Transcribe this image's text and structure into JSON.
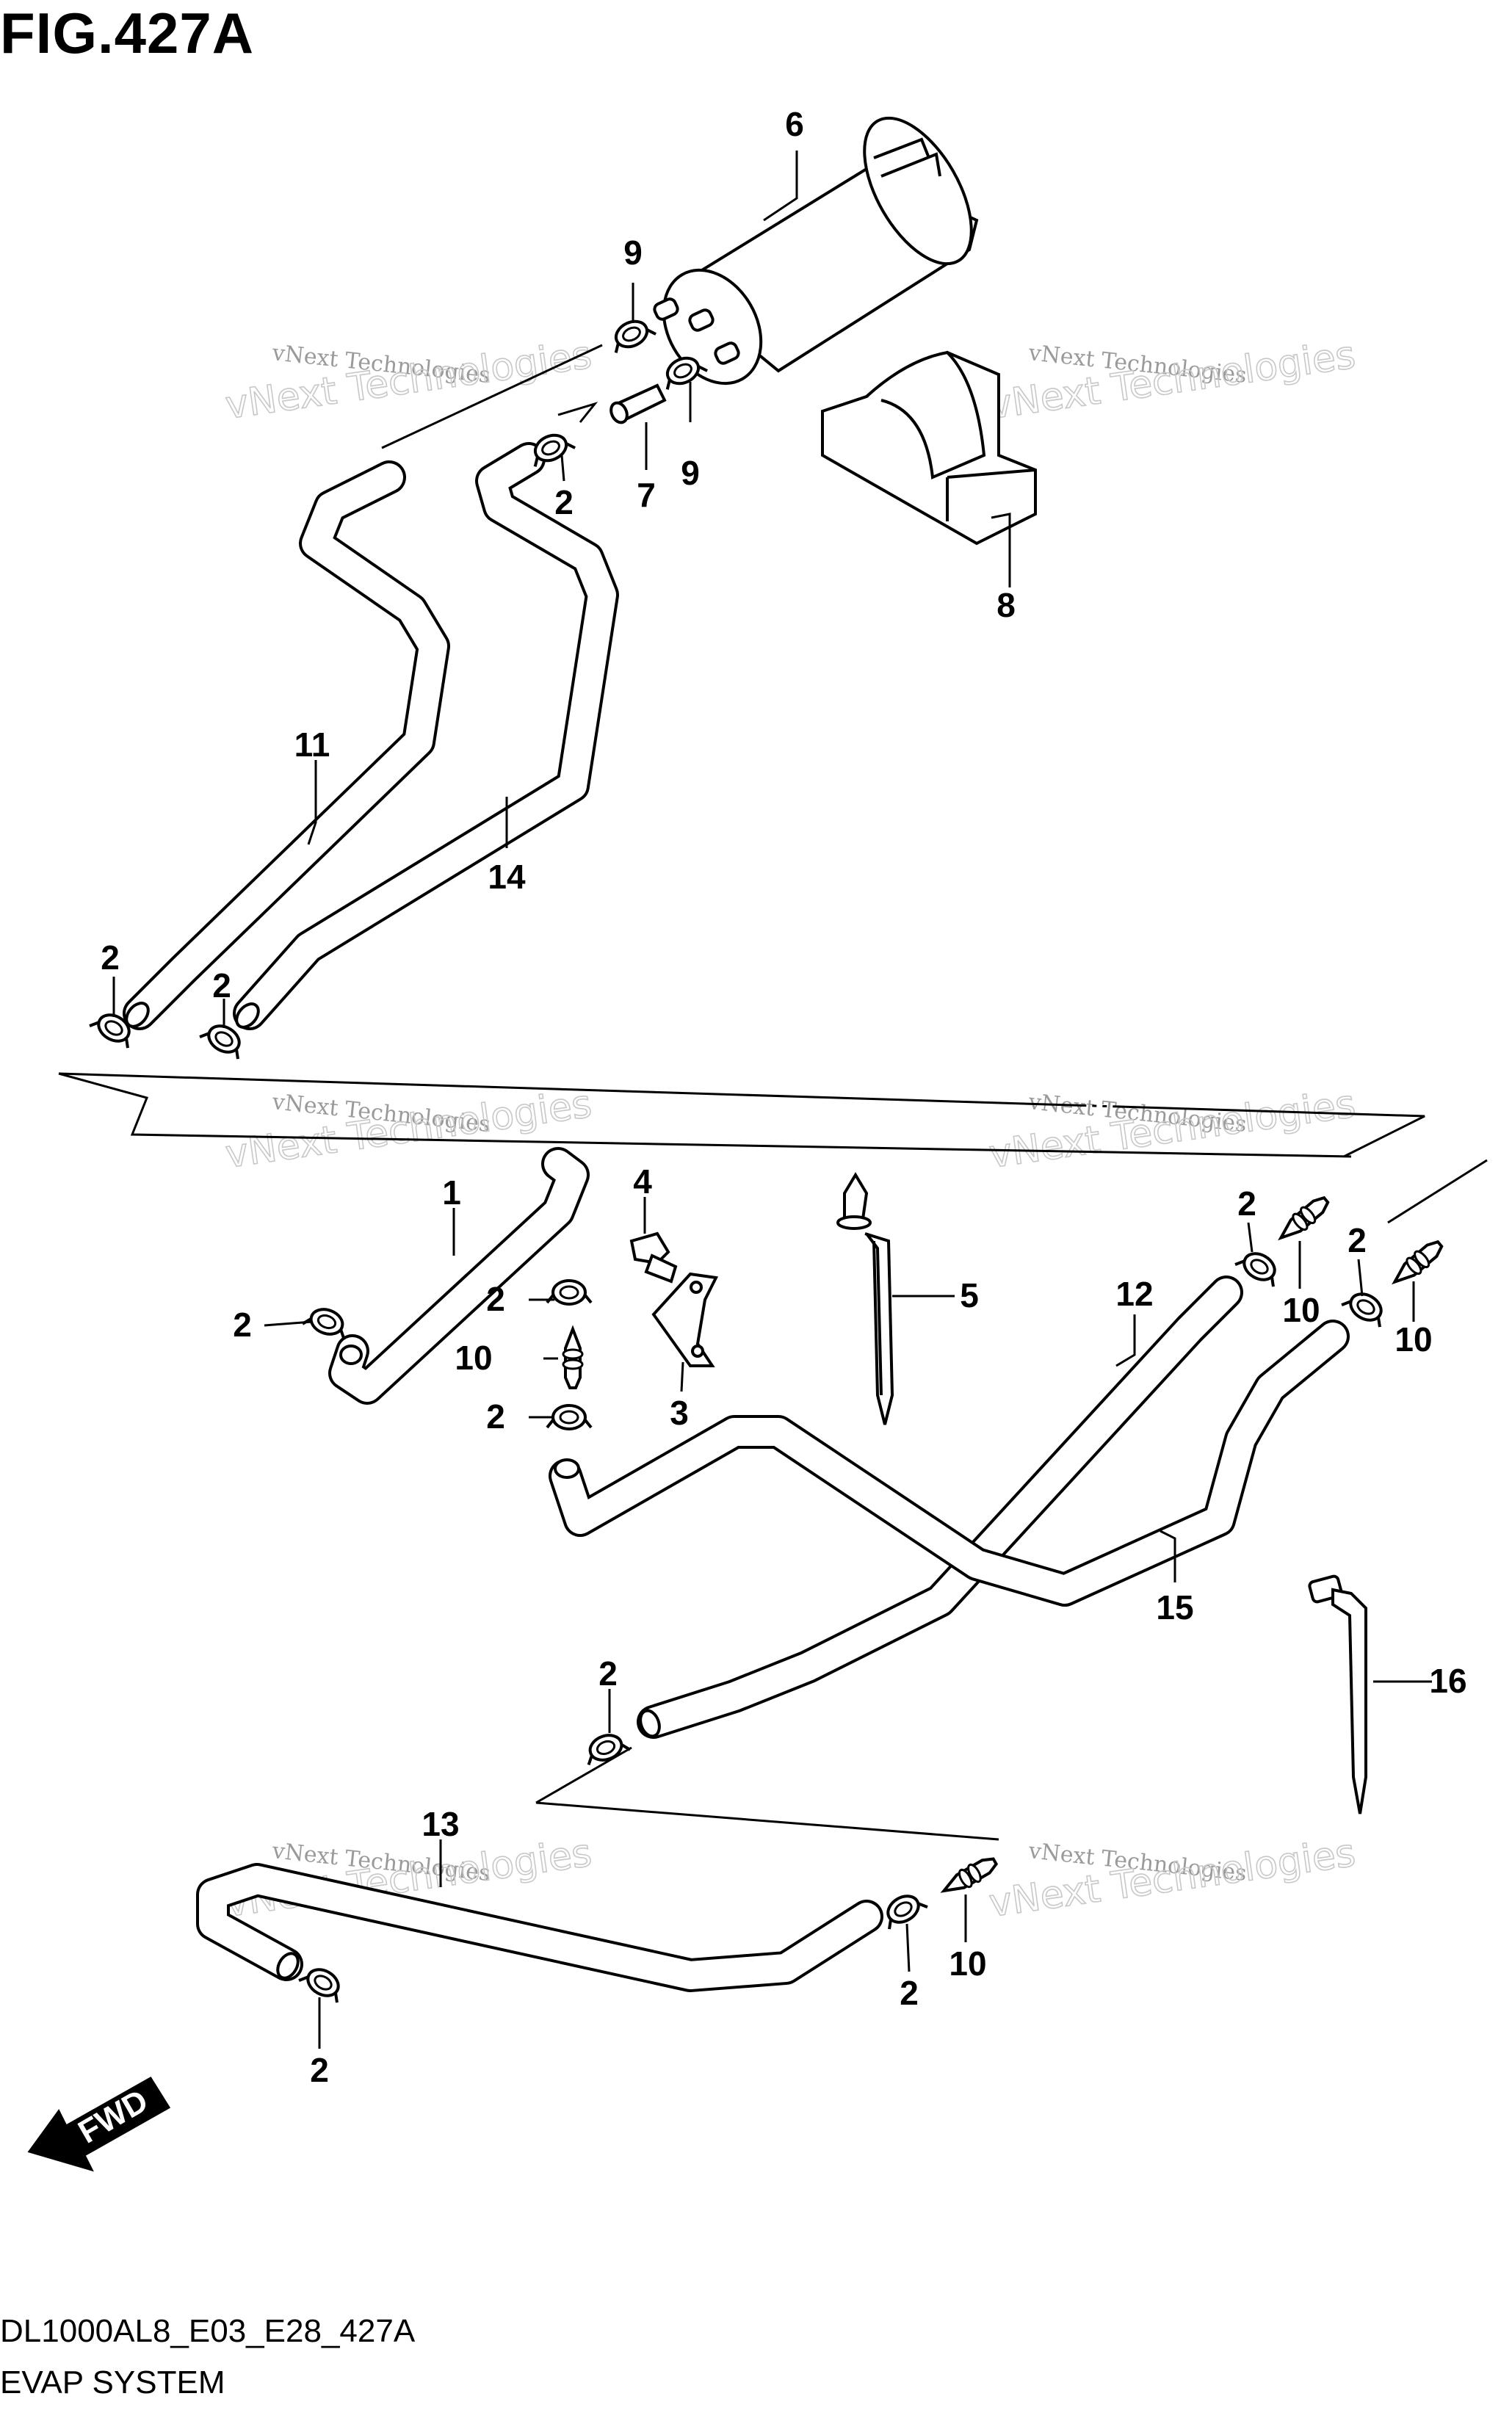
{
  "figure": {
    "title": "FIG.427A",
    "code": "DL1000AL8_E03_E28_427A",
    "name": "EVAP SYSTEM"
  },
  "watermark": {
    "line1": "vNext Technologies",
    "line2": "vNext Technologies"
  },
  "fwd_label": "FWD",
  "callouts": [
    "1",
    "2",
    "3",
    "4",
    "5",
    "6",
    "7",
    "8",
    "9",
    "10",
    "11",
    "12",
    "13",
    "14",
    "15",
    "16"
  ],
  "colors": {
    "ink": "#000000",
    "watermark": "#b0b0b0",
    "background": "#ffffff"
  }
}
